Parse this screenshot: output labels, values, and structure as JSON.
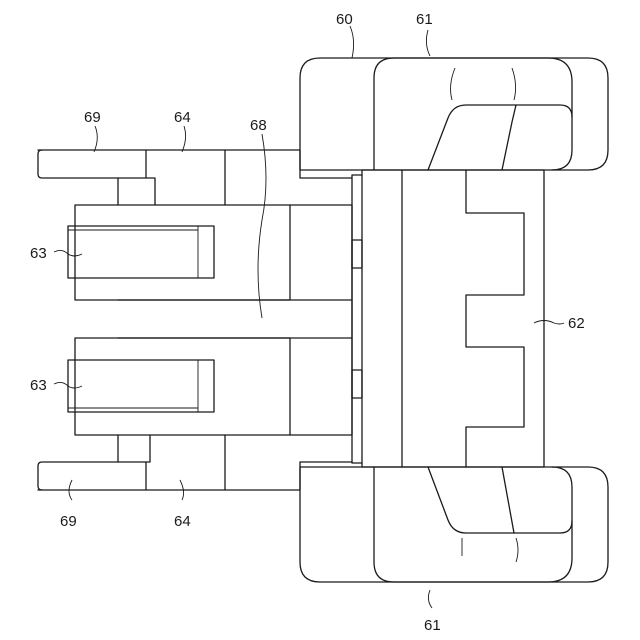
{
  "labels": {
    "l60": "60",
    "l61_top": "61",
    "l61_bottom": "61",
    "l62": "62",
    "l63_top": "63",
    "l63_bottom": "63",
    "l64_top": "64",
    "l64_bottom": "64",
    "l68": "68",
    "l69_top": "69",
    "l69_bottom": "69"
  }
}
